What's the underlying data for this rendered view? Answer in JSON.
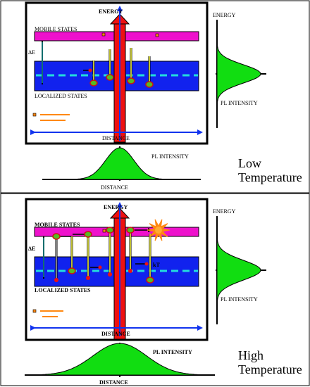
{
  "colors": {
    "mobile": "#ee11cc",
    "localized": "#1122ee",
    "dash": "#22dddd",
    "arrow_red": "#ee1111",
    "arrow_blue": "#1133ee",
    "pl": "#11dd11",
    "orange": "#ff8811",
    "yellow": "#ffff44"
  },
  "top": {
    "energy": "ENERGY",
    "mobile": "MOBILE STATES",
    "localized": "LOCALIZED STATES",
    "delta": "ΔE",
    "distance_inner": "DISTANCE",
    "energy_side": "ENERGY",
    "pl_side": "PL INTENSITY",
    "pl_bottom": "PL INTENSITY",
    "distance_bottom": "DISTANCE",
    "temp_line1": "Low",
    "temp_line2": "Temperature"
  },
  "bottom": {
    "energy": "ENERGY",
    "mobile": "MOBILE STATES",
    "localized": "LOCALIZED STATES",
    "delta": "ΔE",
    "kt": "kT",
    "distance_inner": "DISTANCE",
    "energy_side": "ENERGY",
    "pl_side": "PL INTENSITY",
    "pl_bottom": "PL INTENSITY",
    "distance_bottom": "DISTANCE",
    "temp_line1": "High",
    "temp_line2": "Temperature"
  }
}
